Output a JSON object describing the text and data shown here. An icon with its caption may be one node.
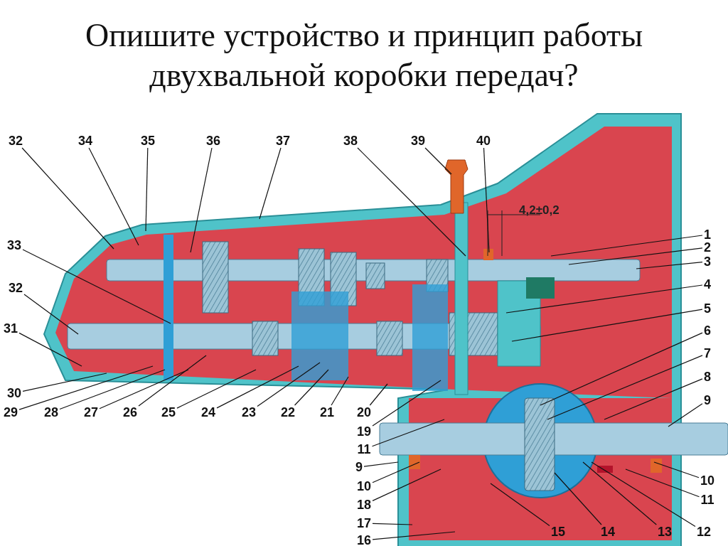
{
  "diagram": {
    "title": "Опишите устройство и принцип работы двухвальной коробки передач?",
    "nodes": [
      {
        "text": [
          "32"
        ]
      },
      {
        "text": [
          "34"
        ]
      },
      {
        "text": [
          "35"
        ]
      },
      {
        "text": [
          "36"
        ]
      },
      {
        "text": [
          "37"
        ]
      },
      {
        "text": [
          "38"
        ]
      },
      {
        "text": [
          "39"
        ]
      },
      {
        "text": [
          "40"
        ]
      },
      {
        "text": [
          "1"
        ]
      },
      {
        "text": [
          "2"
        ]
      },
      {
        "text": [
          "3"
        ]
      },
      {
        "text": [
          "4"
        ]
      },
      {
        "text": [
          "5"
        ]
      },
      {
        "text": [
          "6"
        ]
      },
      {
        "text": [
          "7"
        ]
      },
      {
        "text": [
          "8"
        ]
      },
      {
        "text": [
          "9"
        ]
      },
      {
        "text": [
          "10"
        ]
      },
      {
        "text": [
          "11"
        ]
      },
      {
        "text": [
          "33"
        ]
      },
      {
        "text": [
          "32"
        ]
      },
      {
        "text": [
          "31"
        ]
      },
      {
        "text": [
          "30"
        ]
      },
      {
        "text": [
          "29"
        ]
      },
      {
        "text": [
          "28"
        ]
      },
      {
        "text": [
          "27"
        ]
      },
      {
        "text": [
          "26"
        ]
      },
      {
        "text": [
          "25"
        ]
      },
      {
        "text": [
          "24"
        ]
      },
      {
        "text": [
          "23"
        ]
      },
      {
        "text": [
          "22"
        ]
      },
      {
        "text": [
          "21"
        ]
      },
      {
        "text": [
          "20"
        ]
      },
      {
        "text": [
          "19"
        ]
      },
      {
        "text": [
          "11"
        ]
      },
      {
        "text": [
          "9"
        ]
      },
      {
        "text": [
          "10"
        ]
      },
      {
        "text": [
          "18"
        ]
      },
      {
        "text": [
          "17"
        ]
      },
      {
        "text": [
          "16"
        ]
      },
      {
        "text": [
          "15"
        ]
      },
      {
        "text": [
          "14"
        ]
      },
      {
        "text": [
          "13"
        ]
      },
      {
        "text": [
          "12"
        ]
      }
    ],
    "edges": [
      {
        "from": 0,
        "to": null,
        "arrow": "none"
      },
      {
        "from": 1,
        "to": null,
        "arrow": "none"
      },
      {
        "from": 2,
        "to": null,
        "arrow": "none"
      },
      {
        "from": 3,
        "to": null,
        "arrow": "none"
      },
      {
        "from": 4,
        "to": null,
        "arrow": "none"
      },
      {
        "from": 5,
        "to": null,
        "arrow": "none"
      },
      {
        "from": 6,
        "to": null,
        "arrow": "none"
      },
      {
        "from": 7,
        "to": null,
        "arrow": "none"
      },
      {
        "from": 8,
        "to": null,
        "arrow": "none"
      },
      {
        "from": 9,
        "to": null,
        "arrow": "none"
      },
      {
        "from": 10,
        "to": null,
        "arrow": "none"
      },
      {
        "from": 11,
        "to": null,
        "arrow": "none"
      },
      {
        "from": 12,
        "to": null,
        "arrow": "none"
      },
      {
        "from": 13,
        "to": null,
        "arrow": "none"
      },
      {
        "from": 14,
        "to": null,
        "arrow": "none"
      },
      {
        "from": 15,
        "to": null,
        "arrow": "none"
      },
      {
        "from": 16,
        "to": null,
        "arrow": "none"
      },
      {
        "from": 17,
        "to": null,
        "arrow": "none"
      },
      {
        "from": 18,
        "to": null,
        "arrow": "none"
      },
      {
        "from": 19,
        "to": null,
        "arrow": "none"
      },
      {
        "from": 20,
        "to": null,
        "arrow": "none"
      },
      {
        "from": 21,
        "to": null,
        "arrow": "none"
      },
      {
        "from": 22,
        "to": null,
        "arrow": "none"
      },
      {
        "from": 23,
        "to": null,
        "arrow": "none"
      },
      {
        "from": 24,
        "to": null,
        "arrow": "none"
      },
      {
        "from": 25,
        "to": null,
        "arrow": "none"
      },
      {
        "from": 26,
        "to": null,
        "arrow": "none"
      },
      {
        "from": 27,
        "to": null,
        "arrow": "none"
      },
      {
        "from": 28,
        "to": null,
        "arrow": "none"
      },
      {
        "from": 29,
        "to": null,
        "arrow": "none"
      },
      {
        "from": 30,
        "to": null,
        "arrow": "none"
      },
      {
        "from": 31,
        "to": null,
        "arrow": "none"
      },
      {
        "from": 32,
        "to": null,
        "arrow": "none"
      },
      {
        "from": 33,
        "to": null,
        "arrow": "none"
      },
      {
        "from": 34,
        "to": null,
        "arrow": "none"
      },
      {
        "from": 35,
        "to": null,
        "arrow": "none"
      },
      {
        "from": 36,
        "to": null,
        "arrow": "none"
      },
      {
        "from": 37,
        "to": null,
        "arrow": "none"
      },
      {
        "from": 38,
        "to": null,
        "arrow": "none"
      },
      {
        "from": 39,
        "to": null,
        "arrow": "none"
      },
      {
        "from": 40,
        "to": null,
        "arrow": "none"
      },
      {
        "from": 41,
        "to": null,
        "arrow": "none"
      },
      {
        "from": 42,
        "to": null,
        "arrow": "none"
      },
      {
        "from": 43,
        "to": null,
        "arrow": "none"
      }
    ],
    "labels": [
      "4,2±0,2"
    ]
  }
}
